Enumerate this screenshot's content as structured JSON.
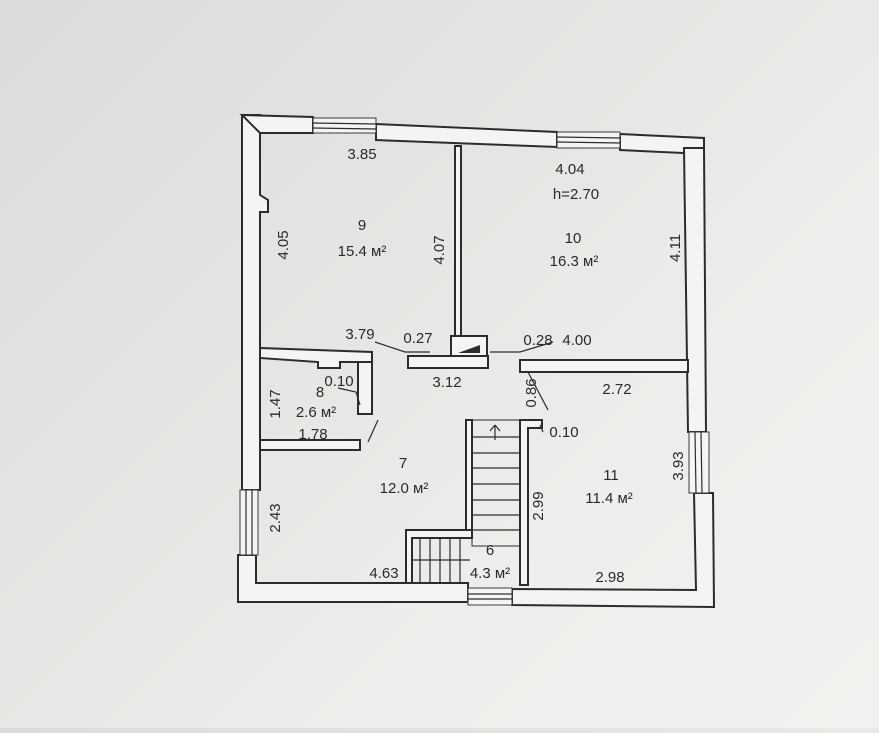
{
  "rooms": [
    {
      "number": "9",
      "area": "15.4 м²"
    },
    {
      "number": "10",
      "area": "16.3 м²"
    },
    {
      "number": "8",
      "area": "2.6 м²"
    },
    {
      "number": "7",
      "area": "12.0 м²"
    },
    {
      "number": "11",
      "area": "11.4 м²"
    },
    {
      "number": "6",
      "area": "4.3 м²"
    }
  ],
  "ceiling_height": "h=2.70",
  "dimensions": {
    "d_3_85": "3.85",
    "d_4_04": "4.04",
    "d_4_05": "4.05",
    "d_4_07": "4.07",
    "d_4_11": "4.11",
    "d_3_79": "3.79",
    "d_0_27": "0.27",
    "d_0_28": "0.28",
    "d_4_00": "4.00",
    "d_3_12": "3.12",
    "d_0_86": "0.86",
    "d_2_72": "2.72",
    "d_0_10_left": "0.10",
    "d_1_47": "1.47",
    "d_1_78": "1.78",
    "d_0_10_right": "0.10",
    "d_3_93": "3.93",
    "d_2_43": "2.43",
    "d_2_99": "2.99",
    "d_4_63": "4.63",
    "d_2_98": "2.98"
  }
}
